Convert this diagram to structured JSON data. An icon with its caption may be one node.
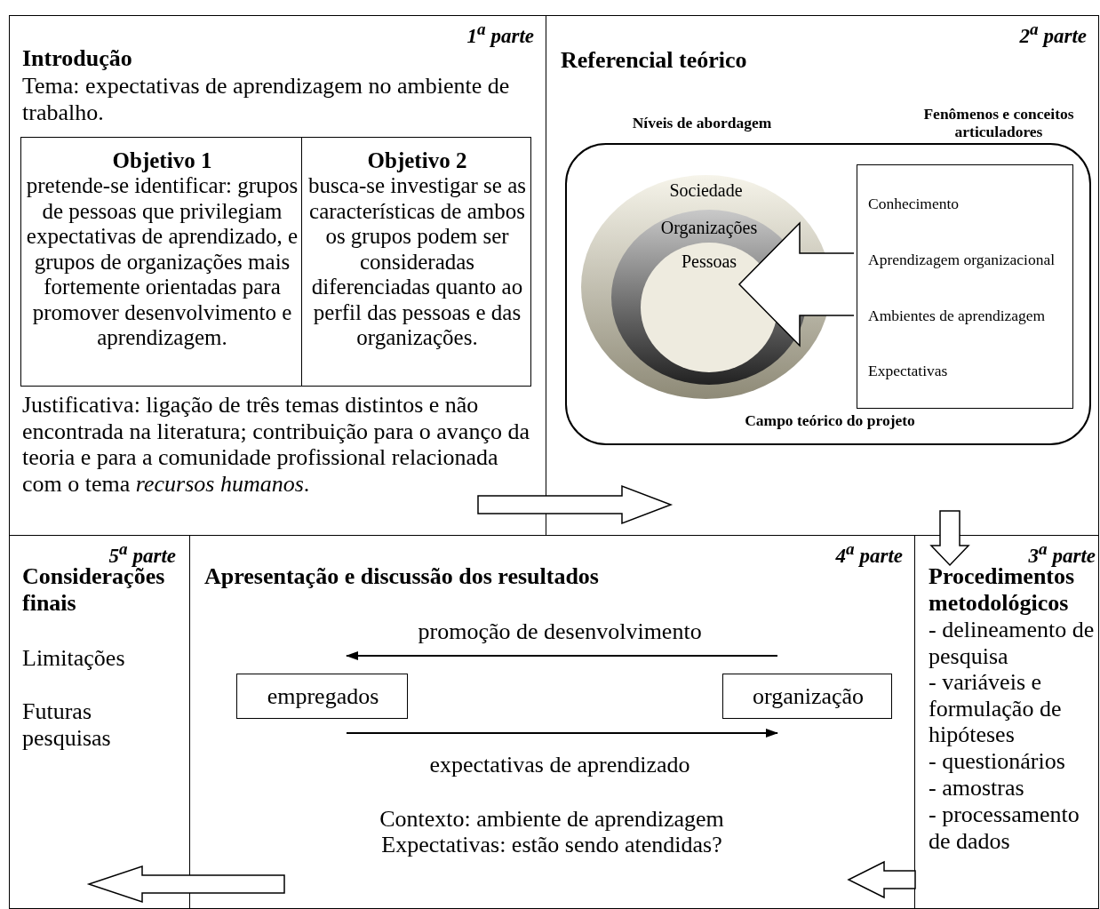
{
  "diagram": {
    "nodes": [
      {
        "text": [
          "1$^{a}$ parte",
          "Introdução",
          "Tema: expectativas de aprendizagem no ambiente de trabalho.",
          "Justificativa: ligação de três temas distintos e não encontrada na literatura; contribuição para o avanço da teoria e para a comunidade profissional relacionada com o tema *recursos humanos*."
        ]
      },
      {
        "text": [
          "Objetivo 1",
          "pretende-se identificar: grupos de pessoas que privilegiam expectativas de aprendizado, e grupos de organizações mais fortemente orientadas para promover desenvolvimento e aprendizagem."
        ],
        "in": 0
      },
      {
        "text": [
          "Objetivo 2",
          "busca-se investigar se as características de ambos os grupos podem ser consideradas diferenciadas quanto ao perfil das pessoas e das organizações."
        ],
        "in": 0
      },
      {
        "text": [
          "2$^{a}$ parte",
          "Referencial teórico"
        ]
      },
      {
        "text": [
          "Campo teórico do projeto"
        ],
        "in": 3
      },
      {
        "text": [
          "Sociedade"
        ],
        "in": 4
      },
      {
        "text": [
          "Organizações"
        ],
        "in": 5
      },
      {
        "text": [
          "Pessoas"
        ],
        "in": 6
      },
      {
        "text": [
          "Conhecimento",
          "Aprendizagem organizacional",
          "Ambientes de aprendizagem",
          "Expectativas"
        ],
        "in": 4
      },
      {
        "text": [
          "3$^{a}$ parte",
          "Procedimentos metodológicos",
          "- delineamento de pesquisa",
          "- variáveis e formulação de hipóteses",
          "- questionários",
          "- amostras",
          "- processamento de dados"
        ]
      },
      {
        "text": [
          "4$^{a}$ parte",
          "Apresentação e discussão dos resultados",
          "Contexto: ambiente de aprendizagem",
          "Expectativas: estão sendo atendidas?"
        ]
      },
      {
        "text": [
          "empregados"
        ],
        "in": 10
      },
      {
        "text": [
          "organização"
        ],
        "in": 10
      },
      {
        "text": [
          "5$^{a}$ parte",
          "Considerações finais",
          "Limitações",
          "Futuras pesquisas"
        ]
      }
    ],
    "edges": [
      {
        "from": 0,
        "to": 3,
        "arrow": "to",
        "style": "thick"
      },
      {
        "from": 3,
        "to": 9,
        "arrow": "to",
        "style": "thick"
      },
      {
        "from": 9,
        "to": 10,
        "arrow": "to",
        "style": "thick"
      },
      {
        "from": 10,
        "to": 13,
        "arrow": "to",
        "style": "thick"
      },
      {
        "from": 8,
        "to": 7,
        "arrow": "to",
        "style": "thick"
      },
      {
        "from": 12,
        "to": 11,
        "arrow": "to",
        "label": "promoção de desenvolvimento"
      },
      {
        "from": 11,
        "to": 12,
        "arrow": "to",
        "label": "expectativas de aprendizado"
      }
    ],
    "labels": [
      "Níveis de abordagem",
      "Fenômenos e conceitos articuladores"
    ]
  }
}
